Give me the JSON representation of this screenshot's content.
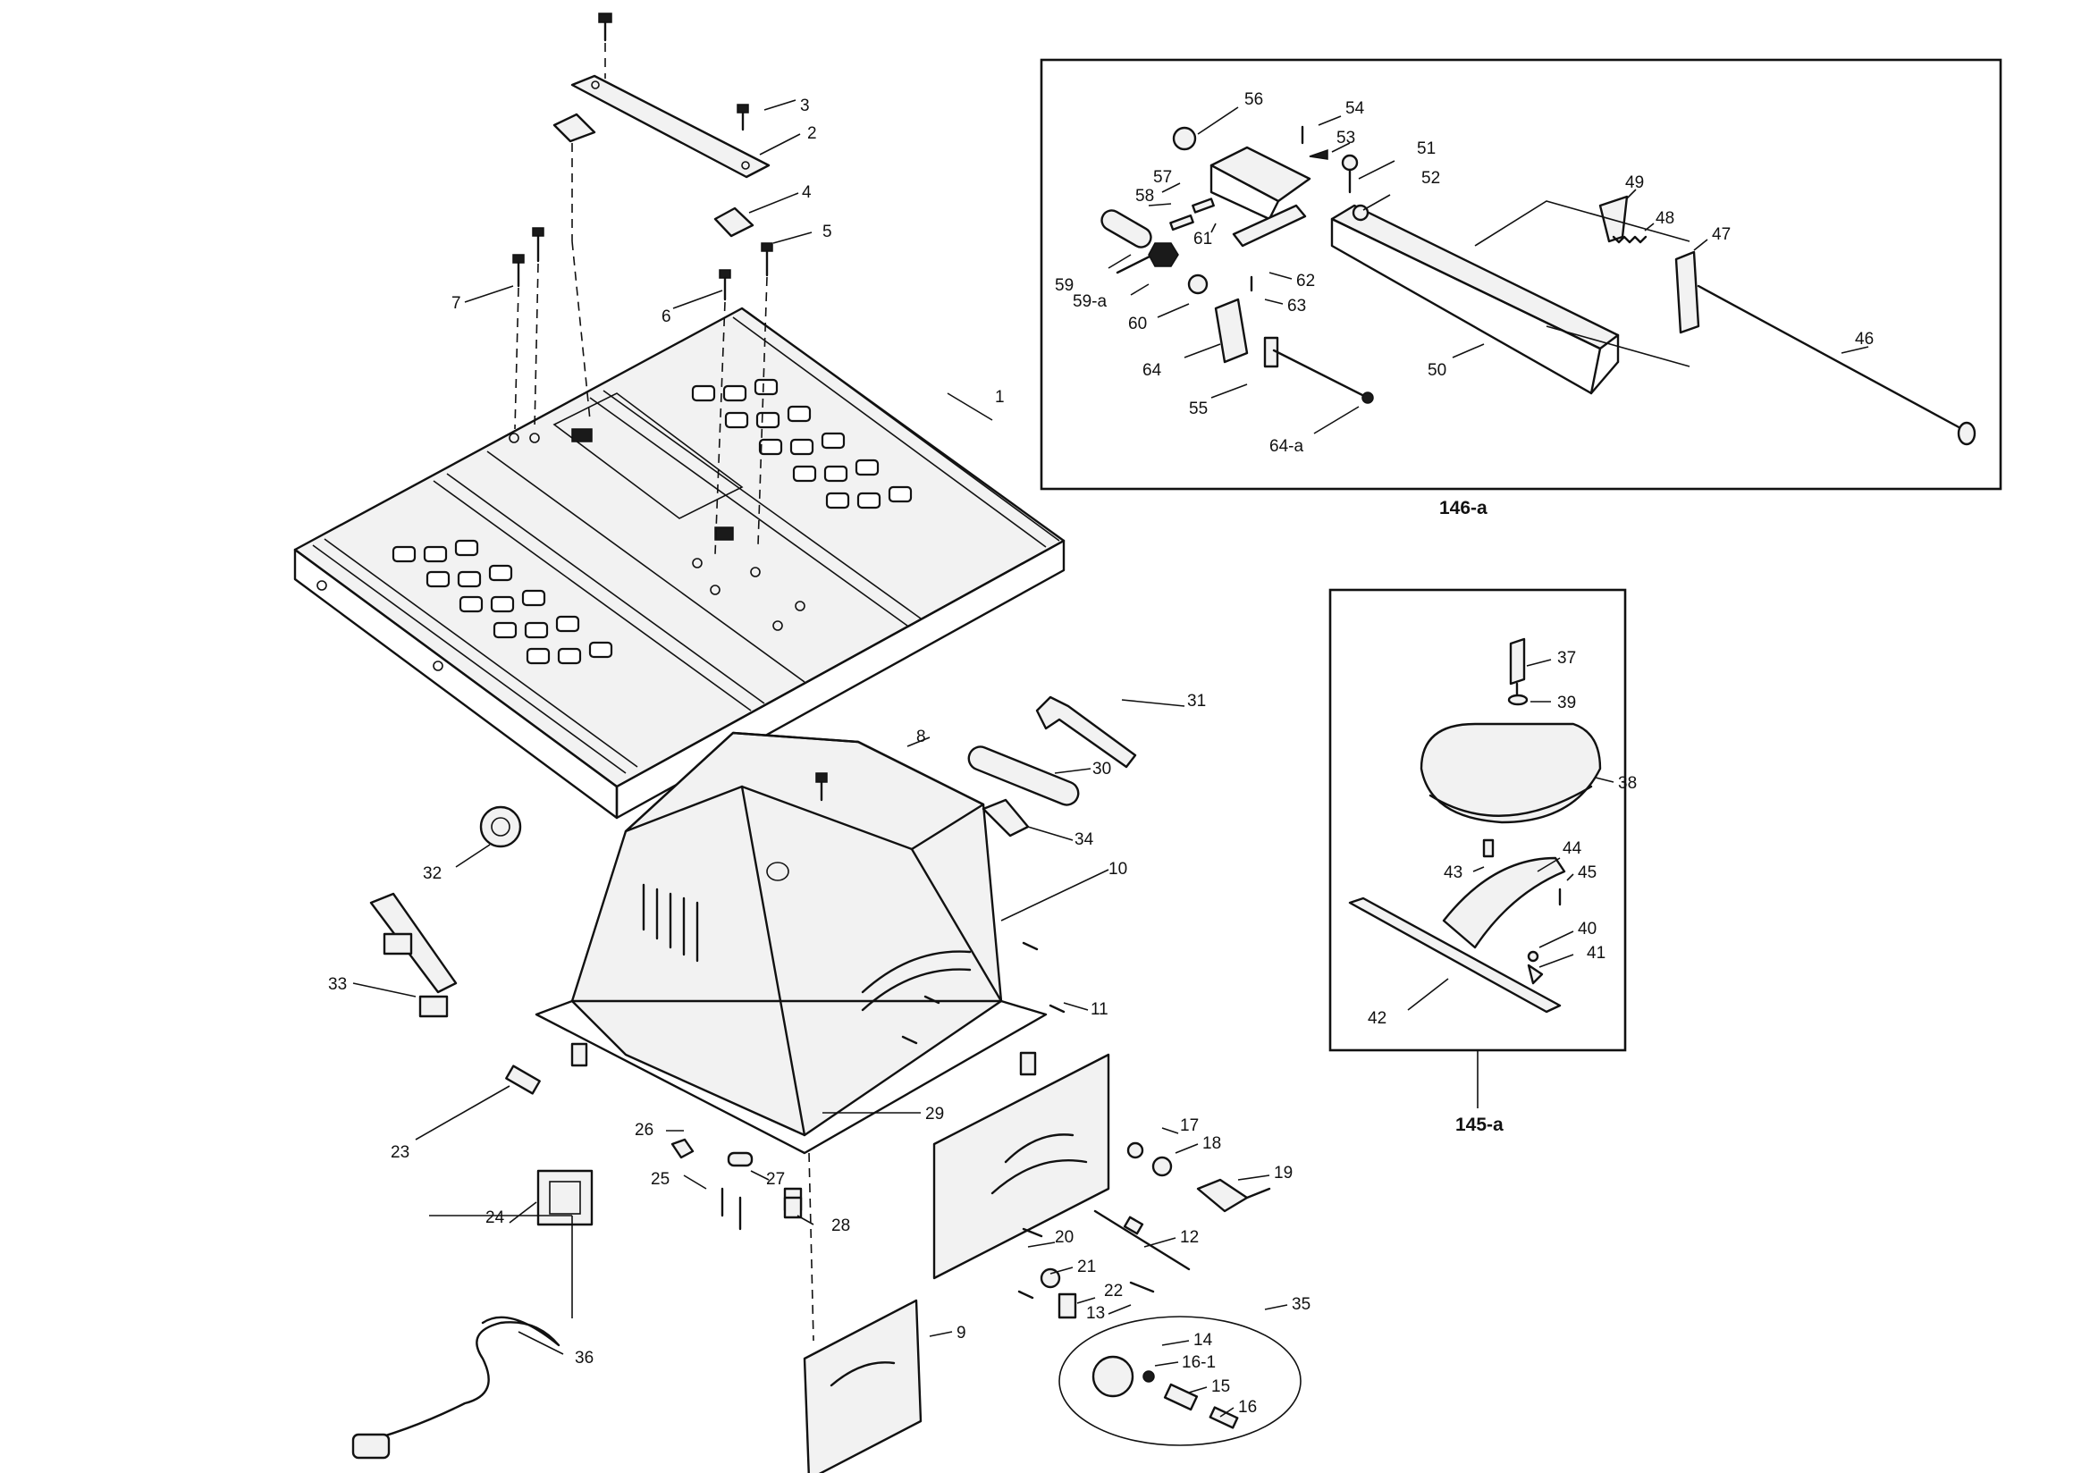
{
  "diagram": {
    "labels": {
      "p1": "1",
      "p2": "2",
      "p3": "3",
      "p4": "4",
      "p5": "5",
      "p6": "6",
      "p7": "7",
      "p8": "8",
      "p9": "9",
      "p10": "10",
      "p11": "11",
      "p12": "12",
      "p13": "13",
      "p14": "14",
      "p15": "15",
      "p16": "16",
      "p16_1": "16-1",
      "p17": "17",
      "p18": "18",
      "p19": "19",
      "p20": "20",
      "p21": "21",
      "p22": "22",
      "p23": "23",
      "p24": "24",
      "p25": "25",
      "p26": "26",
      "p27": "27",
      "p28": "28",
      "p29": "29",
      "p30": "30",
      "p31": "31",
      "p32": "32",
      "p33": "33",
      "p34": "34",
      "p35": "35",
      "p36": "36",
      "p37": "37",
      "p38": "38",
      "p39": "39",
      "p40": "40",
      "p41": "41",
      "p42": "42",
      "p43": "43",
      "p44": "44",
      "p45": "45",
      "p46": "46",
      "p47": "47",
      "p48": "48",
      "p49": "49",
      "p50": "50",
      "p51": "51",
      "p52": "52",
      "p53": "53",
      "p54": "54",
      "p55": "55",
      "p56": "56",
      "p57": "57",
      "p58": "58",
      "p59": "59",
      "p59_a": "59-a",
      "p60": "60",
      "p61": "61",
      "p62": "62",
      "p63": "63",
      "p64": "64",
      "p64_a": "64-a"
    },
    "captions": {
      "rip_fence_assembly": "146-a",
      "miter_gauge_assembly": "145-a"
    }
  }
}
